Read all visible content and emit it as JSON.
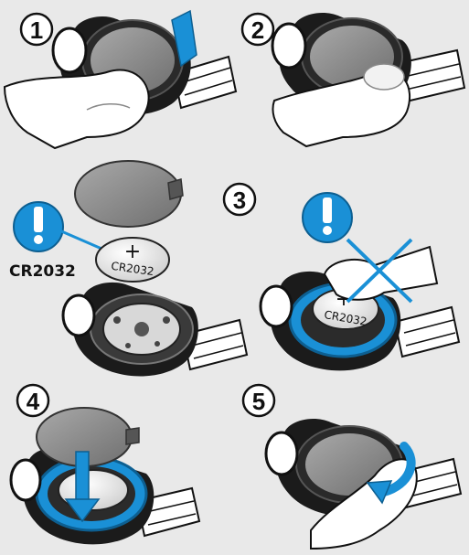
{
  "steps": [
    {
      "number": "1"
    },
    {
      "number": "2"
    },
    {
      "number": "3"
    },
    {
      "number": "4"
    },
    {
      "number": "5"
    }
  ],
  "battery": {
    "type_callout": "CR2032",
    "imprint": "CR2032",
    "polarity": "+"
  },
  "icons": {
    "caution": "exclamation-icon",
    "wrong": "cross-icon",
    "direction": "arrow-icon"
  },
  "colors": {
    "background": "#e9e9e9",
    "accent_blue": "#1a90d6",
    "key_shell": "#1b1b1b",
    "battery_cover": "#858585"
  }
}
